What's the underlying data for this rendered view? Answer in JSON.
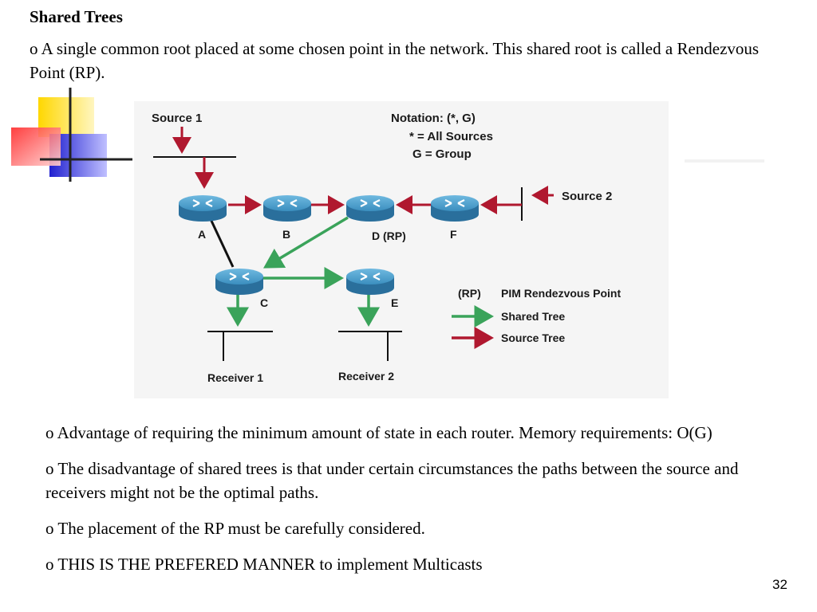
{
  "slide": {
    "title": "Shared Trees",
    "intro": "o A single common root placed at some chosen point in the network. This shared root is called a Rendezvous Point (RP).",
    "page_number": "32"
  },
  "figure": {
    "source1": "Source 1",
    "source2": "Source 2",
    "notation_title": "Notation:  (*, G)",
    "notation_all": "*  = All Sources",
    "notation_group": "G = Group",
    "routers": {
      "a": "A",
      "b": "B",
      "d": "D (RP)",
      "f": "F",
      "c": "C",
      "e": "E"
    },
    "receiver1": "Receiver 1",
    "receiver2": "Receiver 2",
    "legend": {
      "rp_abbr": "(RP)",
      "rp_label": "PIM Rendezvous Point",
      "shared_tree": "Shared Tree",
      "source_tree": "Source Tree"
    },
    "colors": {
      "source_tree": "#b0182f",
      "shared_tree": "#3aa35a",
      "router": "#3b8fbf"
    }
  },
  "bullets": [
    "o Advantage of requiring the minimum amount of state in each router. Memory requirements: O(G)",
    "o The disadvantage of shared trees is that under certain circumstances the paths between the source and receivers might not be the optimal paths.",
    "o The placement of the RP must be carefully considered.",
    "o THIS IS THE PREFERED MANNER to implement Multicasts"
  ]
}
